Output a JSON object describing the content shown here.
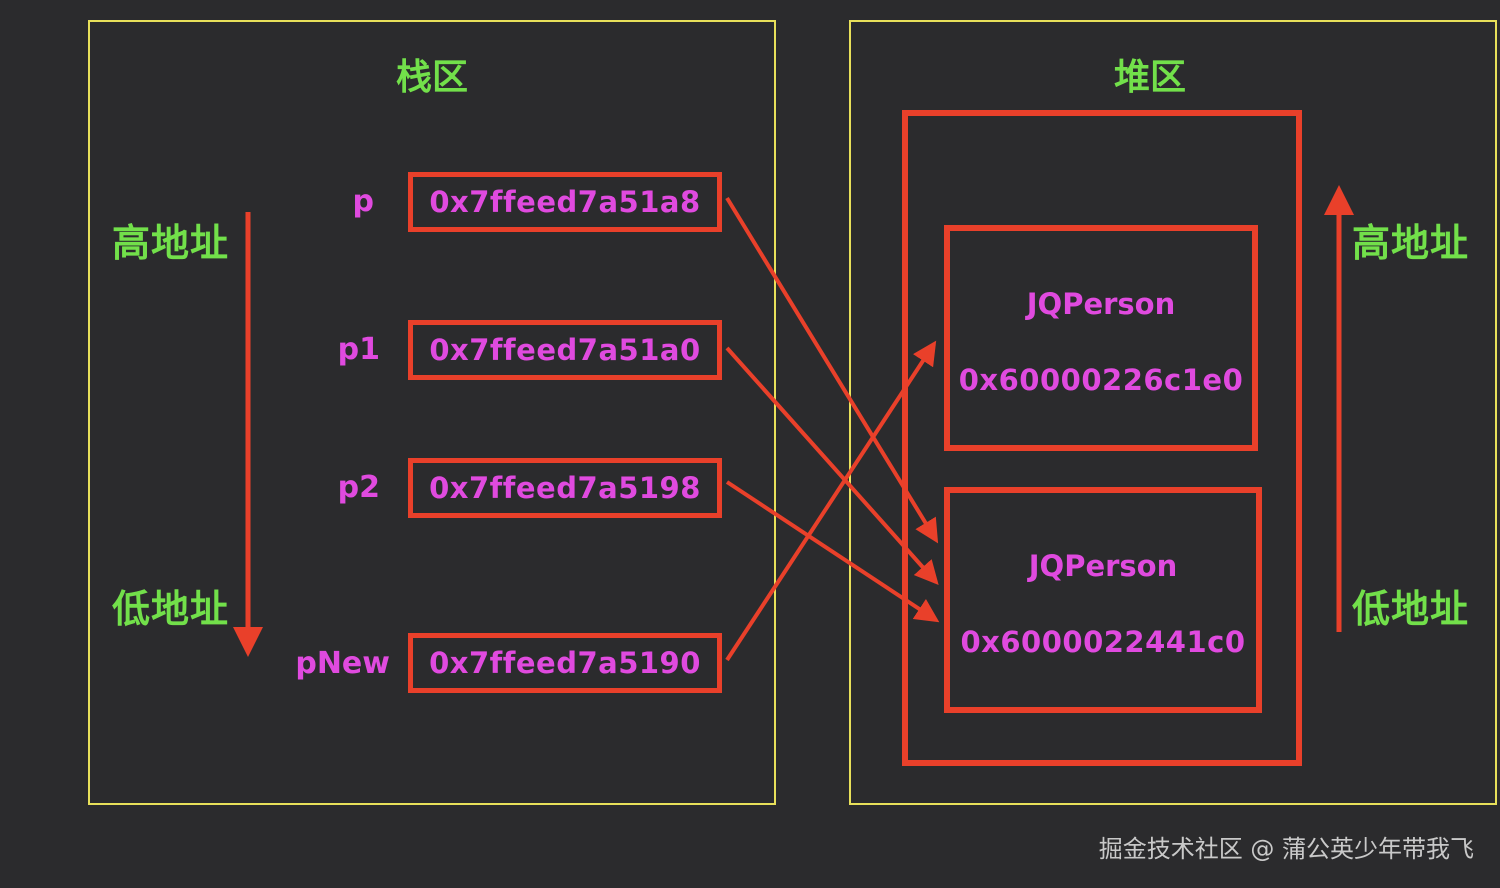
{
  "stack_region": {
    "title": "栈区",
    "high_label": "高地址",
    "low_label": "低地址",
    "variables": [
      {
        "name": "p",
        "address": "0x7ffeed7a51a8"
      },
      {
        "name": "p1",
        "address": "0x7ffeed7a51a0"
      },
      {
        "name": "p2",
        "address": "0x7ffeed7a5198"
      },
      {
        "name": "pNew",
        "address": "0x7ffeed7a5190"
      }
    ]
  },
  "heap_region": {
    "title": "堆区",
    "high_label": "高地址",
    "low_label": "低地址",
    "objects": [
      {
        "class_name": "JQPerson",
        "address": "0x60000226c1e0"
      },
      {
        "class_name": "JQPerson",
        "address": "0x6000022441c0"
      }
    ]
  },
  "pointers": [
    {
      "from": "p",
      "to": "0x6000022441c0"
    },
    {
      "from": "p1",
      "to": "0x6000022441c0"
    },
    {
      "from": "p2",
      "to": "0x6000022441c0"
    },
    {
      "from": "pNew",
      "to": "0x60000226c1e0"
    }
  ],
  "colors": {
    "background": "#2b2b2d",
    "region_border": "#e8e05a",
    "label_green": "#72e04a",
    "text_magenta": "#e04adf",
    "arrow_red": "#e9402a"
  },
  "watermark": "掘金技术社区 @ 蒲公英少年带我飞"
}
